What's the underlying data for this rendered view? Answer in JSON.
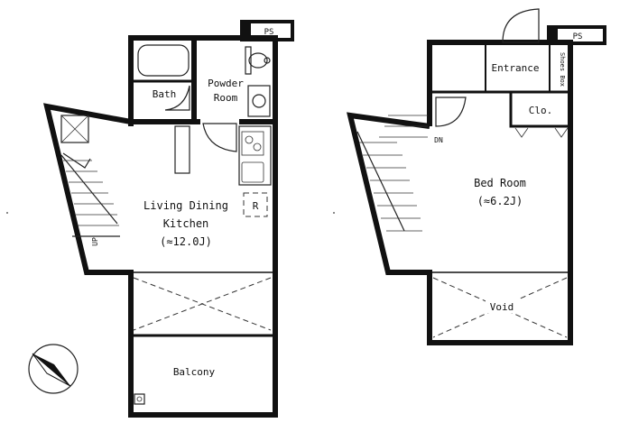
{
  "floor1": {
    "ps_label": "PS",
    "bath_label": "Bath",
    "powder_label_1": "Powder",
    "powder_label_2": "Room",
    "ldk_label_1": "Living Dining",
    "ldk_label_2": "Kitchen",
    "ldk_area": "(≈12.0J)",
    "fridge_label": "R",
    "stair_label": "UP",
    "balcony_label": "Balcony"
  },
  "floor2": {
    "ps_label": "PS",
    "entrance_label": "Entrance",
    "shoes_label": "Shoes Box",
    "closet_label": "Clo.",
    "stair_label": "DN",
    "bedroom_label": "Bed Room",
    "bedroom_area": "(≈6.2J)",
    "void_label": "Void"
  },
  "compass": {
    "icon": "north-arrow-icon"
  }
}
